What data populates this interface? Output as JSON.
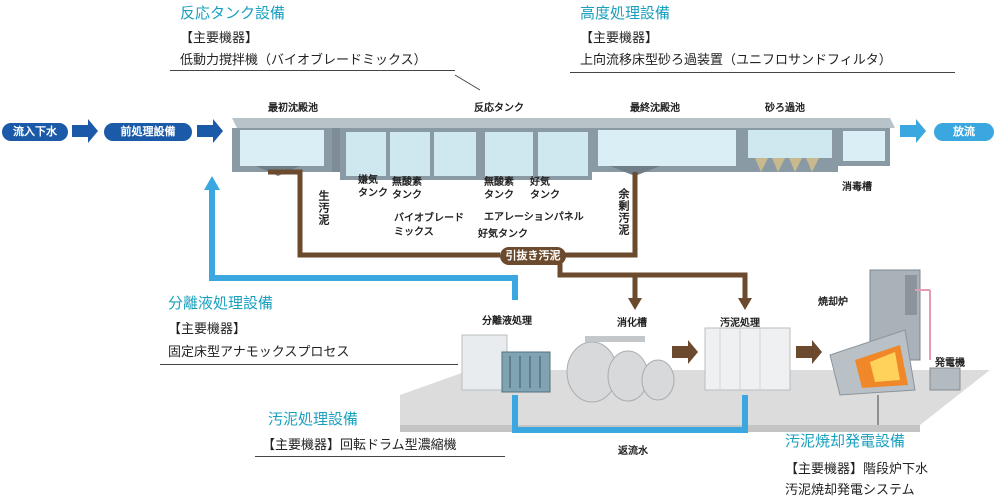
{
  "sections": {
    "reaction": {
      "title": "反応タンク設備",
      "equipment_label": "【主要機器】",
      "equipment": "低動力撹拌機（バイオブレードミックス）"
    },
    "advanced": {
      "title": "高度処理設備",
      "equipment_label": "【主要機器】",
      "equipment": "上向流移床型砂ろ過装置（ユニフロサンドフィルタ）"
    },
    "separation": {
      "title": "分離液処理設備",
      "equipment_label": "【主要機器】",
      "equipment": "固定床型アナモックスプロセス"
    },
    "sludge": {
      "title": "汚泥処理設備",
      "equipment": "【主要機器】回転ドラム型濃縮機"
    },
    "incineration": {
      "title": "汚泥焼却発電設備",
      "equipment": "【主要機器】階段炉下水",
      "equipment2": "汚泥焼却発電システム"
    }
  },
  "flow": {
    "inflow": "流入下水",
    "pretreatment": "前処理設備",
    "discharge": "放流"
  },
  "tank_labels": {
    "primary": "最初沈殿池",
    "reaction": "反応タンク",
    "final": "最終沈殿池",
    "sand": "砂ろ過池",
    "disinfection": "消毒槽",
    "anaerobic_top": "嫌気\nタンク",
    "anoxic1": "無酸素\nタンク",
    "anoxic2": "無酸素\nタンク",
    "aerobic1": "好気\nタンク",
    "bioblade": "バイオブレード\nミックス",
    "aeration_panel": "エアレーションパネル",
    "aerobic2": "好気タンク"
  },
  "sludge_labels": {
    "raw": "生汚泥",
    "excess": "余剰汚泥",
    "withdrawn": "引抜き汚泥",
    "return_water": "返流水"
  },
  "facility_labels": {
    "separation": "分離液処理",
    "digestion": "消化槽",
    "sludge_treatment": "汚泥処理",
    "furnace": "焼却炉",
    "generator": "発電機"
  },
  "colors": {
    "title": "#1aa0bf",
    "dark_blue": "#1a5aa8",
    "light_blue": "#3aa7e0",
    "brown": "#6b4a2e",
    "tank": "#8a9aa4"
  }
}
